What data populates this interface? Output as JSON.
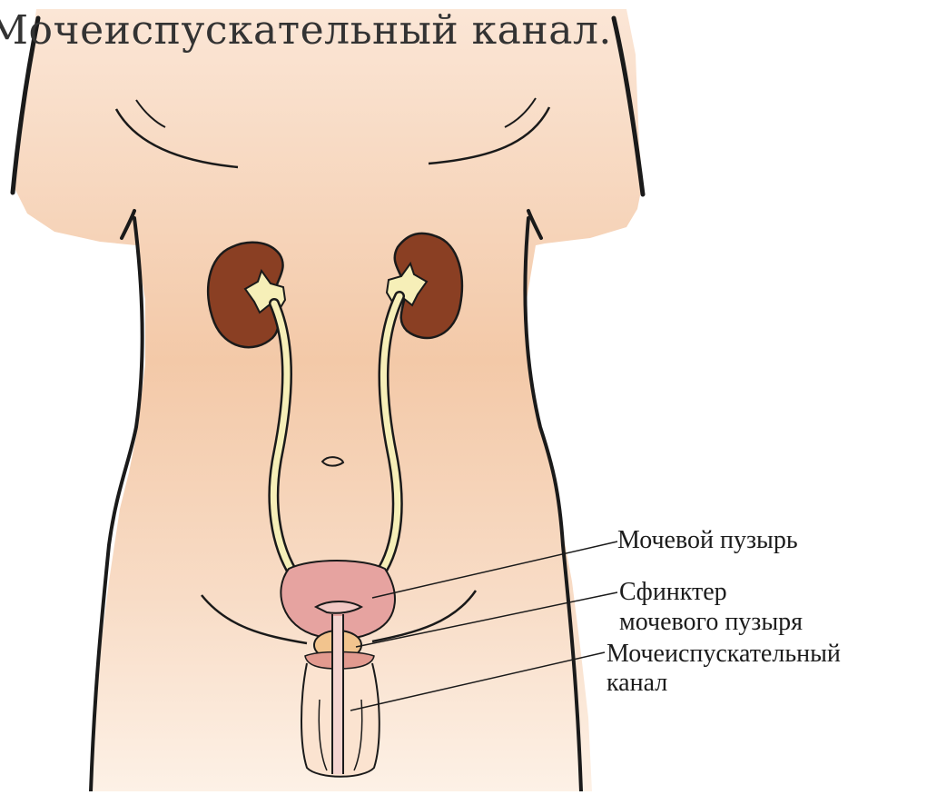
{
  "caption": "Мочеиспускательный канал.",
  "labels": {
    "bladder": "Мочевой пузырь",
    "sphincter_line1": "Сфинктер",
    "sphincter_line2": "мочевого пузыря",
    "urethra_line1": "Мочеиспускательный",
    "urethra_line2": "канал"
  },
  "colors": {
    "skin_light": "#fbe6d6",
    "skin_mid": "#f3c9a8",
    "kidney": "#8a3f23",
    "ureter": "#f6efb8",
    "bladder": "#e6a3a0",
    "prostate": "#f2c48e",
    "outline": "#1a1a1a"
  }
}
